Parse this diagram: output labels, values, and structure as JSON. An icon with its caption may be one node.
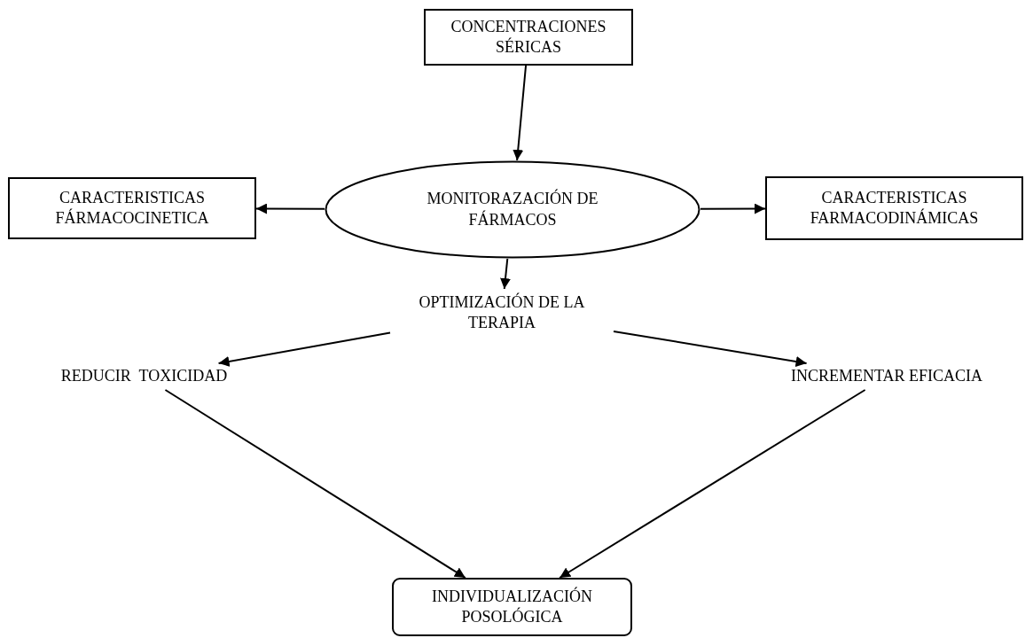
{
  "diagram": {
    "nodes": [
      {
        "text": [
          "CONCENTRACIONES SÉRICAS"
        ]
      },
      {
        "text": [
          "MONITORAZACIÓN DE FÁRMACOS"
        ]
      },
      {
        "text": [
          "CARACTERISTICAS FÁRMACOCINETICA"
        ]
      },
      {
        "text": [
          "CARACTERISTICAS FARMACODINÁMICAS"
        ]
      },
      {
        "text": [
          "OPTIMIZACIÓN DE LA TERAPIA"
        ]
      },
      {
        "text": [
          "REDUCIR  TOXICIDAD"
        ]
      },
      {
        "text": [
          "INCREMENTAR EFICACIA"
        ]
      },
      {
        "text": [
          "INDIVIDUALIZACIÓN POSOLÓGICA"
        ]
      }
    ],
    "edges": [
      {
        "from": 0,
        "to": 1,
        "arrow": "to"
      },
      {
        "from": 1,
        "to": 2,
        "arrow": "to"
      },
      {
        "from": 1,
        "to": 3,
        "arrow": "to"
      },
      {
        "from": 1,
        "to": 4,
        "arrow": "to"
      },
      {
        "from": 4,
        "to": 5,
        "arrow": "to"
      },
      {
        "from": 4,
        "to": 6,
        "arrow": "to"
      },
      {
        "from": 5,
        "to": 7,
        "arrow": "to"
      },
      {
        "from": 6,
        "to": 7,
        "arrow": "to"
      }
    ]
  }
}
